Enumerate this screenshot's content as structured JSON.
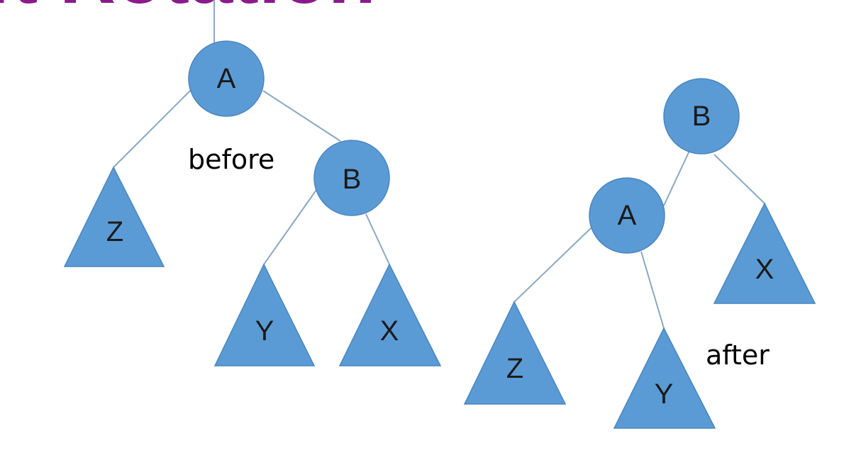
{
  "slide": {
    "title_fragment": "ft Rotation",
    "colors": {
      "node_fill": "#5b9bd5",
      "edge": "#8aa8c4",
      "title": "#8b1a8b",
      "text": "#000000"
    }
  },
  "before_tree": {
    "caption": "before",
    "root": {
      "label": "A"
    },
    "right_child": {
      "label": "B"
    },
    "subtrees": [
      {
        "label": "Z"
      },
      {
        "label": "Y"
      },
      {
        "label": "X"
      }
    ]
  },
  "after_tree": {
    "caption": "after",
    "root": {
      "label": "B"
    },
    "left_child": {
      "label": "A"
    },
    "subtrees": [
      {
        "label": "X"
      },
      {
        "label": "Z"
      },
      {
        "label": "Y"
      }
    ]
  }
}
